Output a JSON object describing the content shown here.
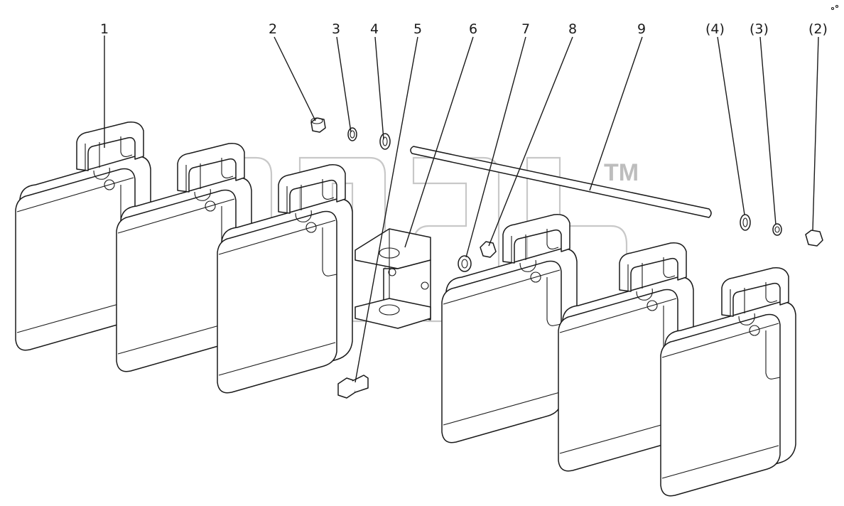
{
  "callouts": [
    {
      "id": "c1",
      "text": "1"
    },
    {
      "id": "c2",
      "text": "2"
    },
    {
      "id": "c3",
      "text": "3"
    },
    {
      "id": "c4",
      "text": "4"
    },
    {
      "id": "c5",
      "text": "5"
    },
    {
      "id": "c6",
      "text": "6"
    },
    {
      "id": "c7",
      "text": "7"
    },
    {
      "id": "c8",
      "text": "8"
    },
    {
      "id": "c9",
      "text": "9"
    },
    {
      "id": "c4b",
      "text": "(4)"
    },
    {
      "id": "c3b",
      "text": "(3)"
    },
    {
      "id": "c2b",
      "text": "(2)"
    }
  ],
  "watermark": {
    "text": "aTd",
    "trademark": "TM"
  },
  "colors": {
    "line": "#1a1a1a",
    "watermark": "#c8c8c8",
    "background": "#ffffff"
  }
}
